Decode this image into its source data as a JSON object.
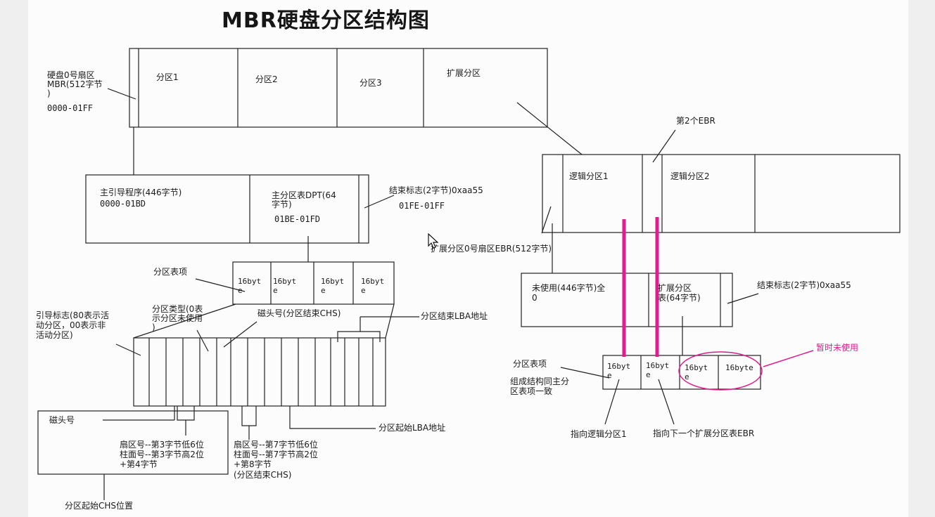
{
  "title": "MBR硬盘分区结构图",
  "disk": {
    "sector0": [
      "硬盘0号扇区",
      "MBR(512字节",
      ")",
      "0000-01FF"
    ],
    "partitions": [
      "分区1",
      "分区2",
      "分区3",
      "扩展分区"
    ]
  },
  "mbr": {
    "boot_code": [
      "主引导程序(446字节)",
      "0000-01BD"
    ],
    "dpt": [
      "主分区表DPT(64",
      "字节)",
      "01BE-01FD"
    ],
    "end_mark": [
      "结束标志(2字节)0xaa55",
      "01FE-01FF"
    ]
  },
  "dpt_entries": {
    "label": "分区表项",
    "cells": [
      "16byt\ne",
      "16byt\ne",
      "16byt\ne",
      "16byt\ne"
    ]
  },
  "entry_fields": {
    "boot_flag": [
      "引导标志(80表示活",
      "动分区，00表示非",
      "活动分区)"
    ],
    "part_type": [
      "分区类型(0表",
      "示分区未使用"
    ],
    "head_end": "磁头号(分区结束CHS)",
    "lba_end": "分区结束LBA地址",
    "lba_start": "分区起始LBA地址",
    "head_start": "磁头号",
    "sector_cyl_start": [
      "扇区号--第3字节低6位",
      "柱面号--第3字节高2位",
      "+第4字节"
    ],
    "sector_cyl_end": [
      "扇区号--第7字节低6位",
      "柱面号--第7字节高2位",
      "+第8字节",
      "(分区结束CHS)"
    ],
    "chs_start": "分区起始CHS位置"
  },
  "extended": {
    "second_ebr": "第2个EBR",
    "logical": [
      "逻辑分区1",
      "逻辑分区2"
    ],
    "ebr_label": "扩展分区0号扇区EBR(512字节)",
    "unused": [
      "未使用(446字节)全",
      "0"
    ],
    "ext_table": [
      "扩展分区",
      "表(64字节)"
    ],
    "end_mark": "结束标志(2字节)0xaa55",
    "entry_label": "分区表项",
    "same_struct": [
      "组成结构同主分",
      "区表项一致"
    ],
    "cells": [
      "16byt\ne",
      "16byt\ne",
      "16byt\ne",
      "16byte"
    ],
    "temp_unused": "暂时未使用",
    "to_logical": "指向逻辑分区1",
    "to_next_ebr": "指向下一个扩展分区表EBR"
  },
  "colors": {
    "accent_pink": "#e01d8e",
    "line": "#222222"
  },
  "icons": [
    "mouse-cursor-icon"
  ]
}
